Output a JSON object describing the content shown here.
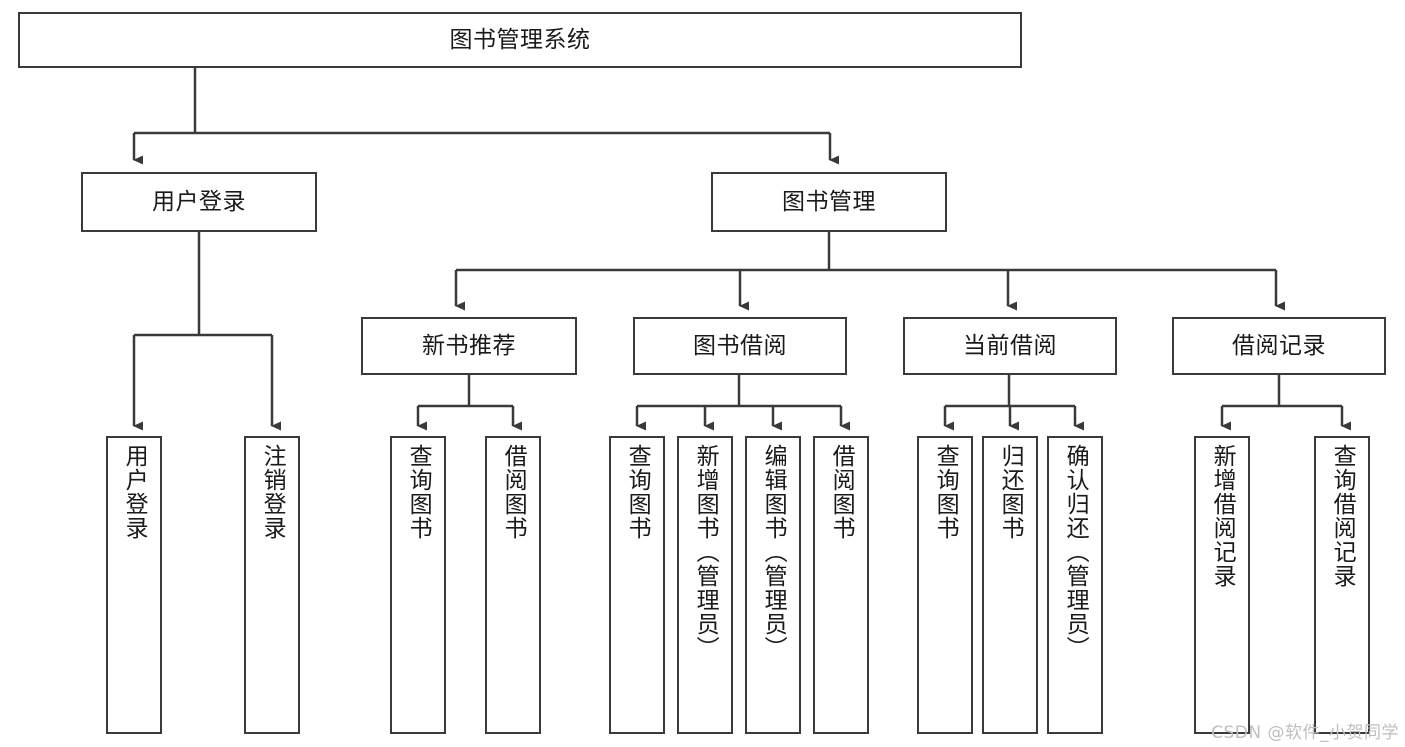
{
  "diagram": {
    "title": "图书管理系统",
    "watermark": "CSDN @软件_小贺同学",
    "stroke_color": "#3a3a3a",
    "fill_color": "#ffffff",
    "text_color": "#1a1a1a",
    "watermark_color": "#bfbfbf"
  },
  "nodes": {
    "root": {
      "label": "图书管理系统"
    },
    "level1": [
      {
        "label": "用户登录"
      },
      {
        "label": "图书管理"
      }
    ],
    "level2": [
      {
        "label": "新书推荐"
      },
      {
        "label": "图书借阅"
      },
      {
        "label": "当前借阅"
      },
      {
        "label": "借阅记录"
      }
    ],
    "leaves": {
      "user_login": [
        {
          "label": "用户登录"
        },
        {
          "label": "注销登录"
        }
      ],
      "new_book_recommend": [
        {
          "label": "查询图书"
        },
        {
          "label": "借阅图书"
        }
      ],
      "book_borrow": [
        {
          "label": "查询图书"
        },
        {
          "label": "新增图书（管理员）"
        },
        {
          "label": "编辑图书（管理员）"
        },
        {
          "label": "借阅图书"
        }
      ],
      "current_borrow": [
        {
          "label": "查询图书"
        },
        {
          "label": "归还图书"
        },
        {
          "label": "确认归还（管理员）"
        }
      ],
      "borrow_record": [
        {
          "label": "新增借阅记录"
        },
        {
          "label": "查询借阅记录"
        }
      ]
    }
  }
}
